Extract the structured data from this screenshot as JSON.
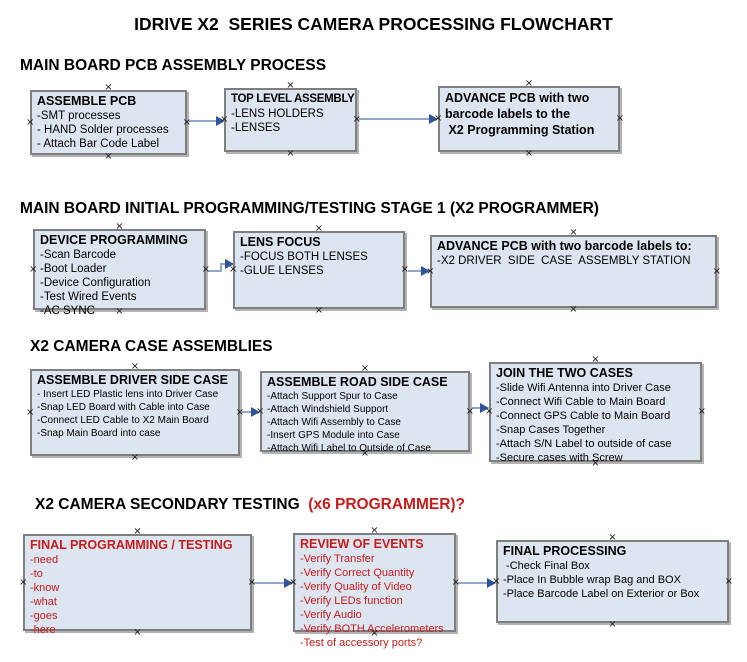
{
  "title": "IDRIVE X2  SERIES CAMERA PROCESSING FLOWCHART",
  "icons": {
    "connector_mark": "×"
  },
  "colors": {
    "box_fill": "#dde5f0",
    "box_border": "#7f7f7f",
    "arrow_line": "#8fa9c6",
    "arrow_head": "#30539b",
    "alert_red": "#c71c1c",
    "text": "#000000"
  },
  "sections": [
    {
      "header": "MAIN BOARD PCB ASSEMBLY PROCESS",
      "boxes": [
        {
          "title": "ASSEMBLE PCB",
          "lines": [
            "-SMT processes",
            "- HAND Solder processes",
            "- Attach Bar Code Label"
          ]
        },
        {
          "title": "TOP LEVEL ASSEMBLY",
          "lines": [
            "-LENS HOLDERS",
            "-LENSES"
          ]
        },
        {
          "title": "",
          "lines": [
            "ADVANCE PCB with two",
            "barcode labels to the",
            " X2 Programming Station"
          ]
        }
      ]
    },
    {
      "header": "MAIN BOARD INITIAL PROGRAMMING/TESTING STAGE 1 (X2 PROGRAMMER)",
      "boxes": [
        {
          "title": "DEVICE PROGRAMMING",
          "lines": [
            "-Scan Barcode",
            "-Boot Loader",
            "-Device Configuration",
            "-Test Wired Events",
            "-AC SYNC"
          ]
        },
        {
          "title": "LENS FOCUS",
          "lines": [
            "-FOCUS BOTH LENSES",
            "-GLUE LENSES"
          ]
        },
        {
          "title": "ADVANCE PCB with two barcode labels to:",
          "lines": [
            "-X2 DRIVER  SIDE  CASE  ASSEMBLY STATION"
          ]
        }
      ]
    },
    {
      "header": "X2 CAMERA CASE ASSEMBLIES",
      "boxes": [
        {
          "title": "ASSEMBLE DRIVER SIDE CASE",
          "lines": [
            "- Insert LED Plastic lens into Driver Case",
            "-Snap LED Board with Cable into Case",
            "-Connect LED Cable to X2 Main Board",
            "-Snap Main Board into case"
          ]
        },
        {
          "title": "ASSEMBLE ROAD SIDE CASE",
          "lines": [
            "-Attach Support Spur to Case",
            "-Attach Windshield Support",
            "-Attach Wifi Assembly to Case",
            "-Insert GPS Module into Case",
            "-Attach Wifi Label to Outside of Case"
          ]
        },
        {
          "title": "JOIN THE TWO CASES",
          "lines": [
            "-Slide Wifi Antenna into Driver Case",
            "-Connect Wifi Cable to Main Board",
            "-Connect GPS Cable to Main Board",
            "-Snap Cases Together",
            "-Attach S/N Label to outside of case",
            "-Secure cases with Screw"
          ]
        }
      ]
    },
    {
      "header": "X2 CAMERA SECONDARY TESTING  ",
      "header_red": "(x6 PROGRAMMER)?",
      "boxes": [
        {
          "title": "FINAL PROGRAMMING / TESTING",
          "lines": [
            "-need",
            "-to",
            "-know",
            "-what",
            "-goes",
            "-here"
          ]
        },
        {
          "title": "REVIEW OF EVENTS",
          "lines": [
            "-Verify Transfer",
            "-Verify Correct Quantity",
            "-Verify Quality of Video",
            "-Verify LEDs function",
            "-Verify Audio",
            "-Verify BOTH Accelerometers",
            "-Test of accessory ports?"
          ]
        },
        {
          "title": "FINAL PROCESSING",
          "lines": [
            " -Check Final Box",
            "-Place In Bubble wrap Bag and BOX",
            "-Place Barcode Label on Exterior or Box"
          ]
        }
      ]
    }
  ]
}
